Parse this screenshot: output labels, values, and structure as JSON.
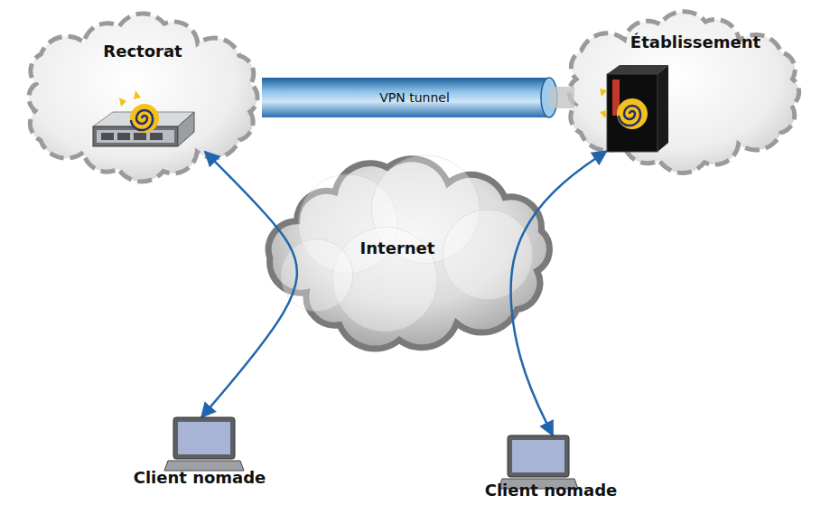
{
  "diagram": {
    "nodes": [
      {
        "text": [
          "Rectorat"
        ]
      },
      {
        "text": [
          "Établissement"
        ]
      },
      {
        "text": [
          "Internet"
        ]
      },
      {
        "text": [
          "Client nomade"
        ]
      },
      {
        "text": [
          "Client nomade"
        ]
      }
    ],
    "edges": [
      {
        "from": 0,
        "to": 1,
        "label": "VPN tunnel",
        "arrow": "none"
      },
      {
        "from": 3,
        "to": 0,
        "arrow": "both"
      },
      {
        "from": 4,
        "to": 1,
        "arrow": "both"
      }
    ]
  }
}
